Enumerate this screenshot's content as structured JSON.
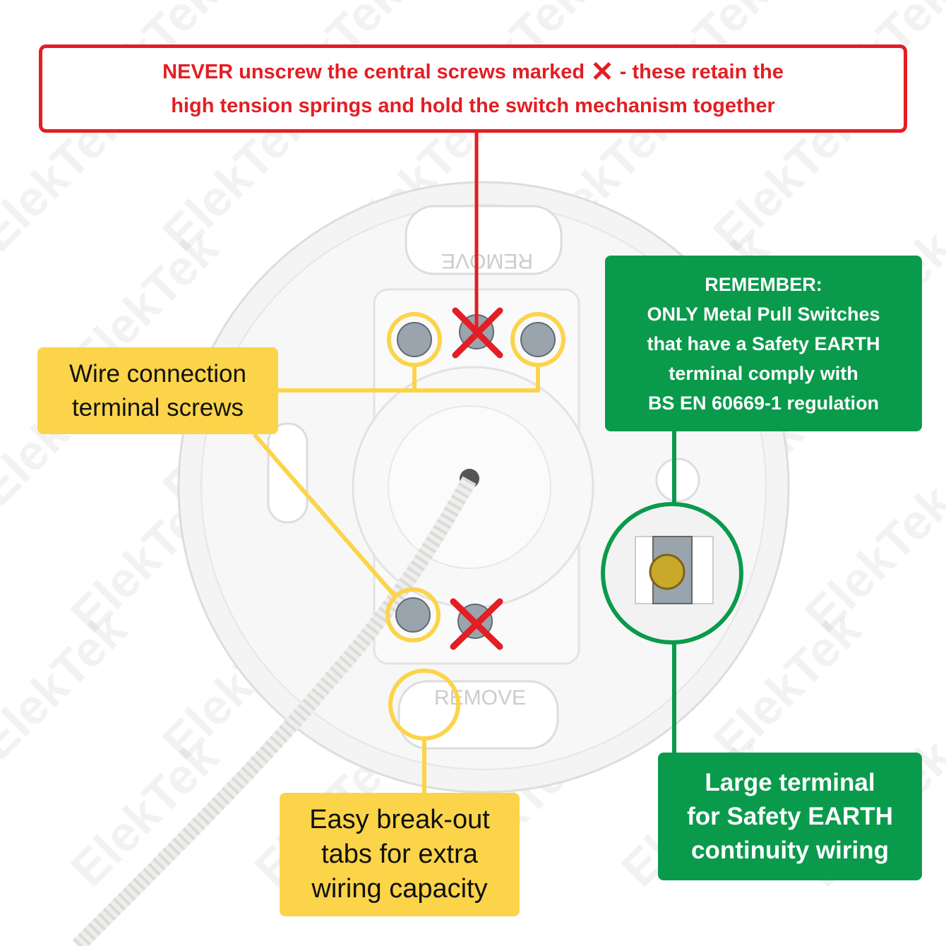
{
  "watermark": "ElekTek",
  "embossed_label": "REMOVE",
  "warning": {
    "line1_before": "NEVER unscrew the central screws marked",
    "x_symbol": "✕",
    "line1_after": "- these retain the",
    "line2": "high tension springs and hold the switch mechanism together"
  },
  "terminal_screws": {
    "line1": "Wire connection",
    "line2": "terminal screws"
  },
  "remember": {
    "lines": [
      "REMEMBER:",
      "ONLY Metal Pull Switches",
      "that have a Safety EARTH",
      "terminal comply with",
      "BS EN 60669-1 regulation"
    ]
  },
  "earth_terminal": {
    "lines": [
      "Large terminal",
      "for Safety EARTH",
      "continuity wiring"
    ]
  },
  "break_out": {
    "lines": [
      "Easy break-out",
      "tabs for extra",
      "wiring capacity"
    ]
  },
  "colors": {
    "red": "#e31e24",
    "yellow": "#fbd44a",
    "green": "#0a9a4c"
  }
}
